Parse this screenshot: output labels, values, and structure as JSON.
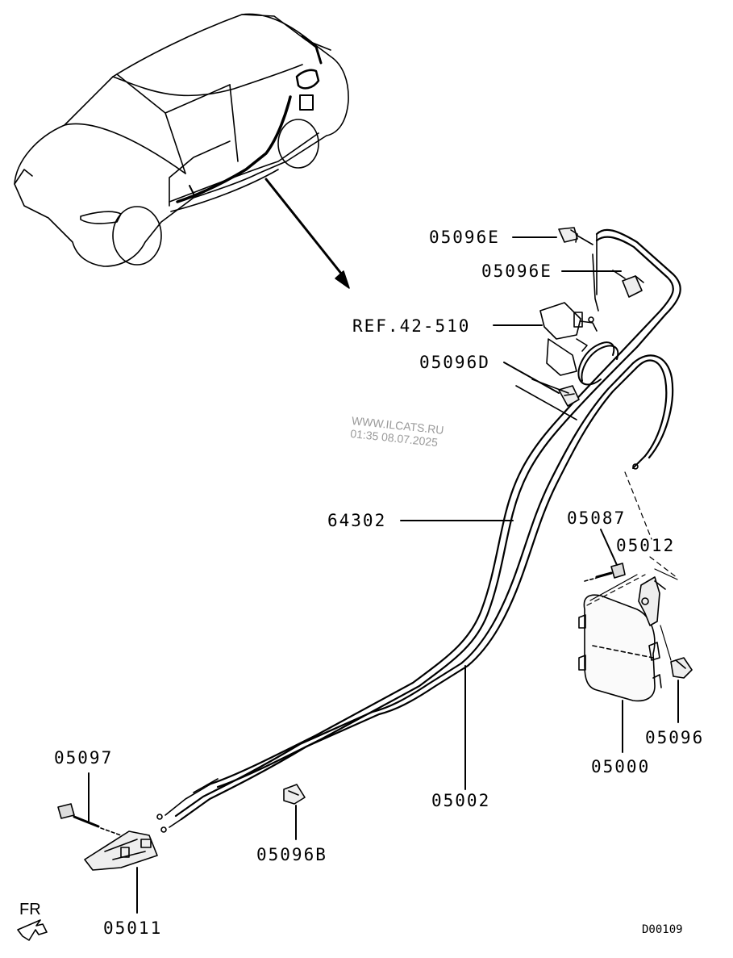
{
  "diagram": {
    "labels": {
      "l05096E_1": "05096E",
      "l05096E_2": "05096E",
      "ref": "REF.42-510",
      "l05096D": "05096D",
      "l64302": "64302",
      "l05087": "05087",
      "l05012": "05012",
      "l05097": "05097",
      "l05002": "05002",
      "l05096": "05096",
      "l05000": "05000",
      "l05096B": "05096B",
      "l05011": "05011"
    },
    "watermark": {
      "line1": "WWW.ILCATS.RU",
      "line2": "01:35 08.07.2025"
    },
    "direction": "FR",
    "drawing_code": "D00109"
  }
}
